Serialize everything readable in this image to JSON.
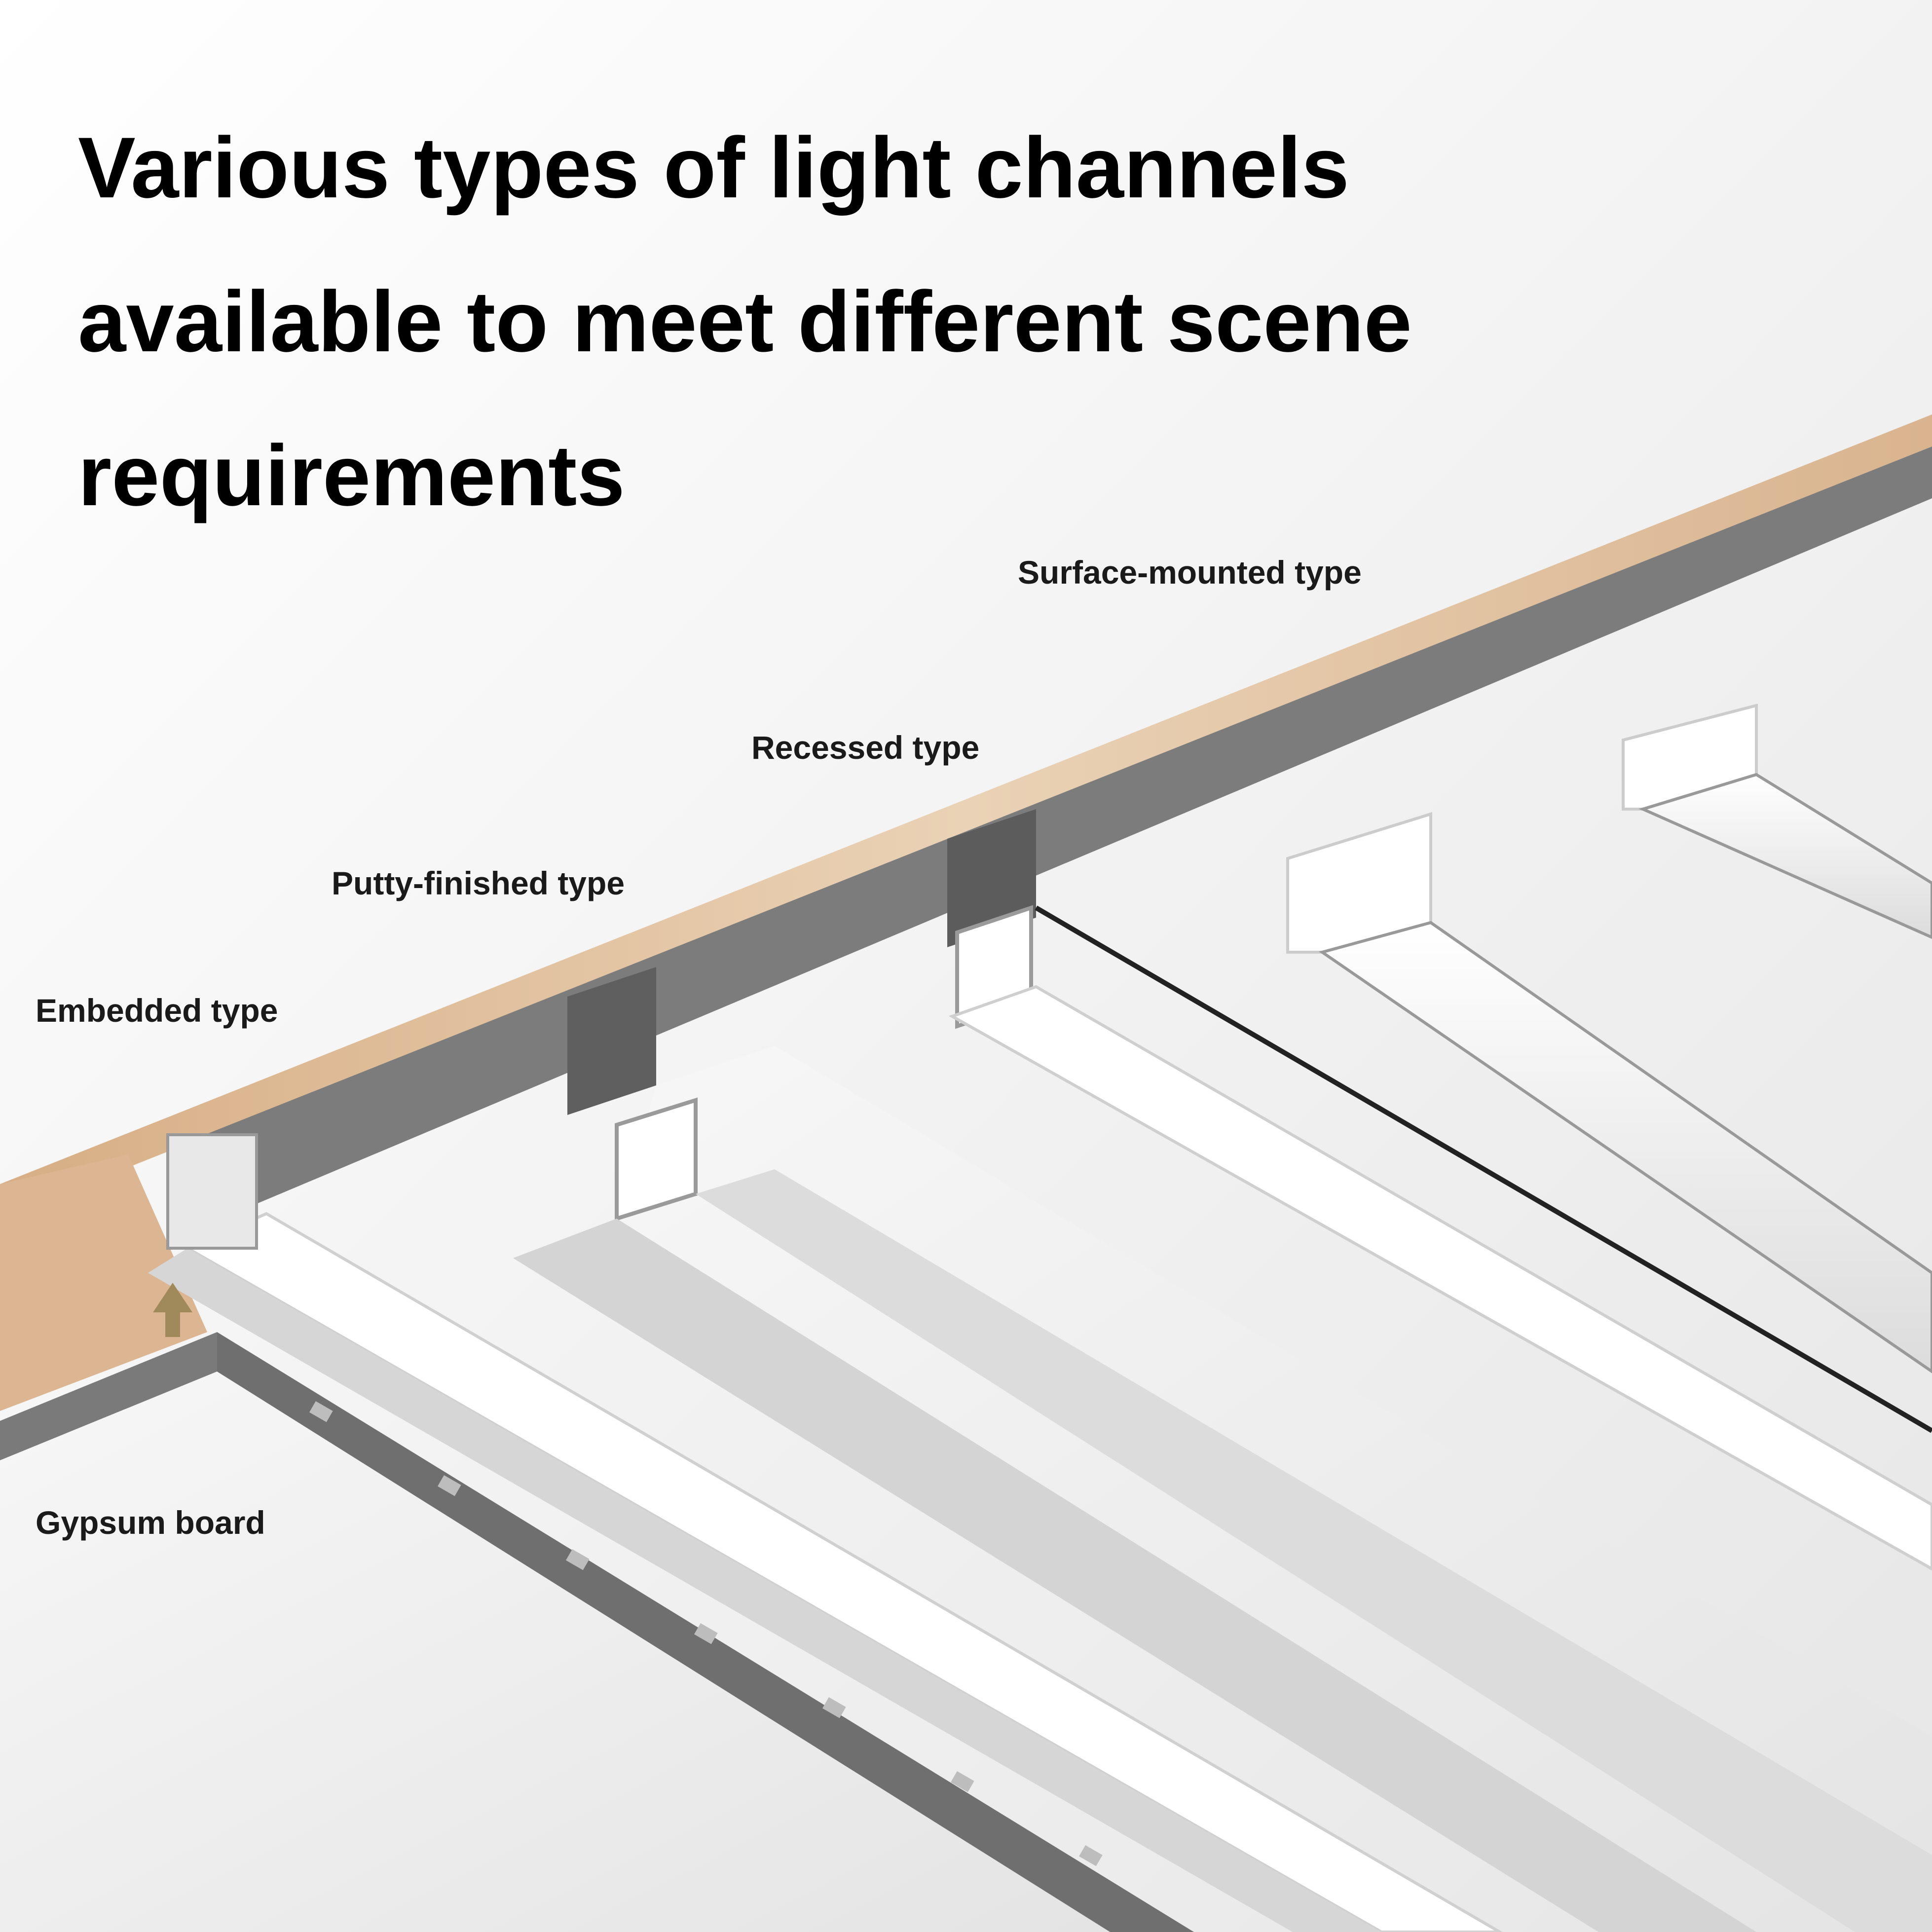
{
  "title_lines": [
    "Various types of light channels",
    "available to meet different scene",
    "requirements"
  ],
  "labels": {
    "surface_mounted": "Surface-mounted type",
    "recessed": "Recessed type",
    "putty_finished": "Putty-finished type",
    "embedded": "Embedded type",
    "gypsum_board": "Gypsum board"
  },
  "colors": {
    "wood": "#d9b48f",
    "gypsum_edge": "#7d7d7d",
    "gypsum_face": "#eeeeee",
    "profile": "#ffffff",
    "mesh": "#d4d4d4",
    "arrow": "#a08a5c"
  }
}
